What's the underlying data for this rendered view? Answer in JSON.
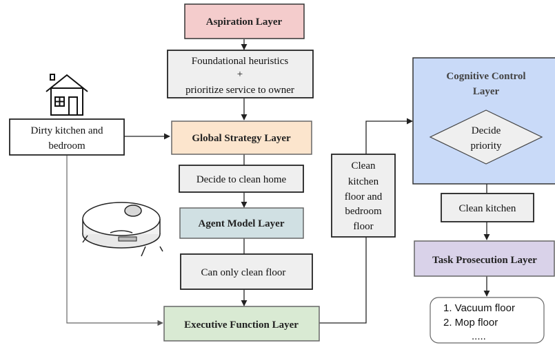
{
  "layers": {
    "aspiration": "Aspiration Layer",
    "global_strategy": "Global Strategy Layer",
    "agent_model": "Agent Model Layer",
    "executive_function": "Executive Function Layer",
    "cognitive_control": [
      "Cognitive Control",
      "Layer"
    ],
    "task_prosecution": "Task Prosecution Layer"
  },
  "notes": {
    "heuristics": [
      "Foundational heuristics",
      "+",
      "prioritize service to owner"
    ],
    "dirty_input": [
      "Dirty kitchen and",
      "bedroom"
    ],
    "decide_clean_home": "Decide to clean home",
    "can_only_clean_floor": "Can only clean floor",
    "clean_floors": [
      "Clean",
      "kitchen",
      "floor and",
      "bedroom",
      "floor"
    ],
    "decide_priority": [
      "Decide",
      "priority"
    ],
    "clean_kitchen": "Clean kitchen",
    "task_list": [
      "1. Vacuum floor",
      "2. Mop floor",
      "....."
    ]
  },
  "colors": {
    "aspiration": "#f4cccc",
    "global_strategy": "#fce5cd",
    "agent_model": "#d0e0e3",
    "executive_function": "#d9ead3",
    "cognitive_control": "#c9daf8",
    "task_prosecution": "#d9d2e9",
    "gray_note": "#efefef",
    "white_note": "#ffffff",
    "stroke": "#333333"
  },
  "icons": [
    "house-icon",
    "robot-vacuum-icon"
  ]
}
